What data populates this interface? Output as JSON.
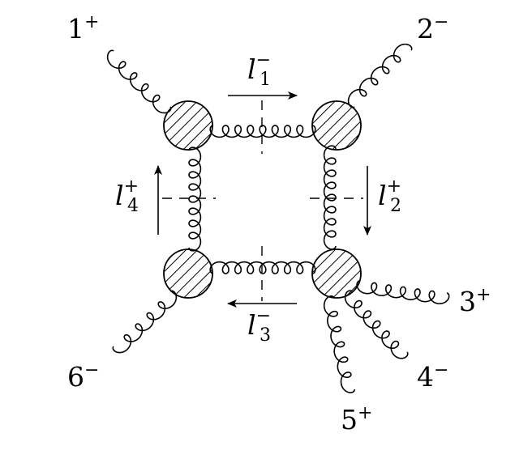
{
  "diagram": {
    "externals": [
      {
        "id": "1",
        "num": "1",
        "hel": "+"
      },
      {
        "id": "2",
        "num": "2",
        "hel": "−"
      },
      {
        "id": "3",
        "num": "3",
        "hel": "+"
      },
      {
        "id": "4",
        "num": "4",
        "hel": "−"
      },
      {
        "id": "5",
        "num": "5",
        "hel": "+"
      },
      {
        "id": "6",
        "num": "6",
        "hel": "−"
      }
    ],
    "loop_momenta": [
      {
        "id": "l1",
        "sym": "l",
        "sub": "1",
        "hel": "−"
      },
      {
        "id": "l2",
        "sym": "l",
        "sub": "2",
        "hel": "+"
      },
      {
        "id": "l3",
        "sym": "l",
        "sub": "3",
        "hel": "−"
      },
      {
        "id": "l4",
        "sym": "l",
        "sub": "4",
        "hel": "+"
      }
    ]
  }
}
